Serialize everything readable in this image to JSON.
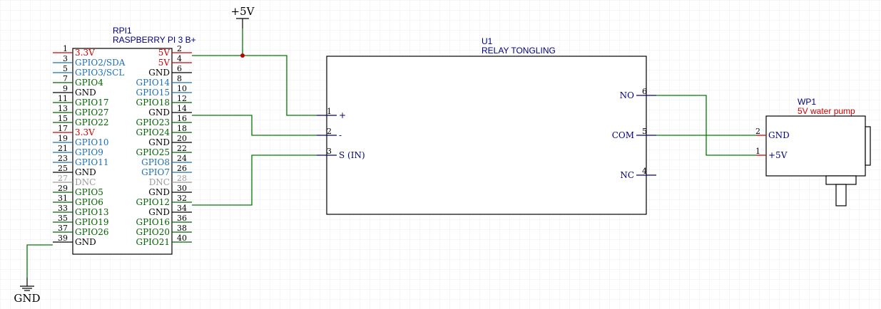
{
  "colors": {
    "background": "#ffffff",
    "grid": "#ececec",
    "body_outline": "#000000",
    "wire": "#007a00",
    "junction": "#c00000",
    "ref_text": "#000080",
    "value_text": "#d00000",
    "pin_number": "#000000",
    "power_pin": "#d00000",
    "gpio_pin": "#006400",
    "i2c_spi_pin": "#1a6fb5",
    "ground_pin": "#000000",
    "dnc_pin": "#999999",
    "relay_pin": "#000080"
  },
  "power_symbols": {
    "vcc_label": "+5V",
    "gnd_label": "GND"
  },
  "rpi": {
    "ref": "RPI1",
    "value": "RASPBERRY PI 3 B+",
    "left_pins": [
      {
        "num": "1",
        "label": "3.3V",
        "kind": "power"
      },
      {
        "num": "3",
        "label": "GPIO2/SDA",
        "kind": "bus"
      },
      {
        "num": "5",
        "label": "GPIO3/SCL",
        "kind": "bus"
      },
      {
        "num": "7",
        "label": "GPIO4",
        "kind": "gpio"
      },
      {
        "num": "9",
        "label": "GND",
        "kind": "gnd"
      },
      {
        "num": "11",
        "label": "GPIO17",
        "kind": "gpio"
      },
      {
        "num": "13",
        "label": "GPIO27",
        "kind": "gpio"
      },
      {
        "num": "15",
        "label": "GPIO22",
        "kind": "gpio"
      },
      {
        "num": "17",
        "label": "3.3V",
        "kind": "power"
      },
      {
        "num": "19",
        "label": "GPIO10",
        "kind": "bus"
      },
      {
        "num": "21",
        "label": "GPIO9",
        "kind": "bus"
      },
      {
        "num": "23",
        "label": "GPIO11",
        "kind": "bus"
      },
      {
        "num": "25",
        "label": "GND",
        "kind": "gnd"
      },
      {
        "num": "27",
        "label": "DNC",
        "kind": "dnc"
      },
      {
        "num": "29",
        "label": "GPIO5",
        "kind": "gpio"
      },
      {
        "num": "31",
        "label": "GPIO6",
        "kind": "gpio"
      },
      {
        "num": "33",
        "label": "GPIO13",
        "kind": "gpio"
      },
      {
        "num": "35",
        "label": "GPIO19",
        "kind": "gpio"
      },
      {
        "num": "37",
        "label": "GPIO26",
        "kind": "gpio"
      },
      {
        "num": "39",
        "label": "GND",
        "kind": "gnd"
      }
    ],
    "right_pins": [
      {
        "num": "2",
        "label": "5V",
        "kind": "power"
      },
      {
        "num": "4",
        "label": "5V",
        "kind": "power"
      },
      {
        "num": "6",
        "label": "GND",
        "kind": "gnd"
      },
      {
        "num": "8",
        "label": "GPIO14",
        "kind": "bus"
      },
      {
        "num": "10",
        "label": "GPIO15",
        "kind": "bus"
      },
      {
        "num": "12",
        "label": "GPIO18",
        "kind": "gpio"
      },
      {
        "num": "14",
        "label": "GND",
        "kind": "gnd"
      },
      {
        "num": "16",
        "label": "GPIO23",
        "kind": "gpio"
      },
      {
        "num": "18",
        "label": "GPIO24",
        "kind": "gpio"
      },
      {
        "num": "20",
        "label": "GND",
        "kind": "gnd"
      },
      {
        "num": "22",
        "label": "GPIO25",
        "kind": "gpio"
      },
      {
        "num": "24",
        "label": "GPIO8",
        "kind": "bus"
      },
      {
        "num": "26",
        "label": "GPIO7",
        "kind": "bus"
      },
      {
        "num": "28",
        "label": "DNC",
        "kind": "dnc"
      },
      {
        "num": "30",
        "label": "GND",
        "kind": "gnd"
      },
      {
        "num": "32",
        "label": "GPIO12",
        "kind": "gpio"
      },
      {
        "num": "34",
        "label": "GND",
        "kind": "gnd"
      },
      {
        "num": "36",
        "label": "GPIO16",
        "kind": "gpio"
      },
      {
        "num": "38",
        "label": "GPIO20",
        "kind": "gpio"
      },
      {
        "num": "40",
        "label": "GPIO21",
        "kind": "gpio"
      }
    ]
  },
  "relay": {
    "ref": "U1",
    "value": "RELAY TONGLING",
    "left_pins": [
      {
        "num": "1",
        "label": "+"
      },
      {
        "num": "2",
        "label": "-"
      },
      {
        "num": "3",
        "label": "S (IN)"
      }
    ],
    "right_pins": [
      {
        "num": "6",
        "label": "NO"
      },
      {
        "num": "5",
        "label": "COM"
      },
      {
        "num": "4",
        "label": "NC"
      }
    ]
  },
  "pump": {
    "ref": "WP1",
    "value": "5V water pump",
    "pins": [
      {
        "num": "2",
        "label": "GND"
      },
      {
        "num": "1",
        "label": "+5V"
      }
    ]
  }
}
